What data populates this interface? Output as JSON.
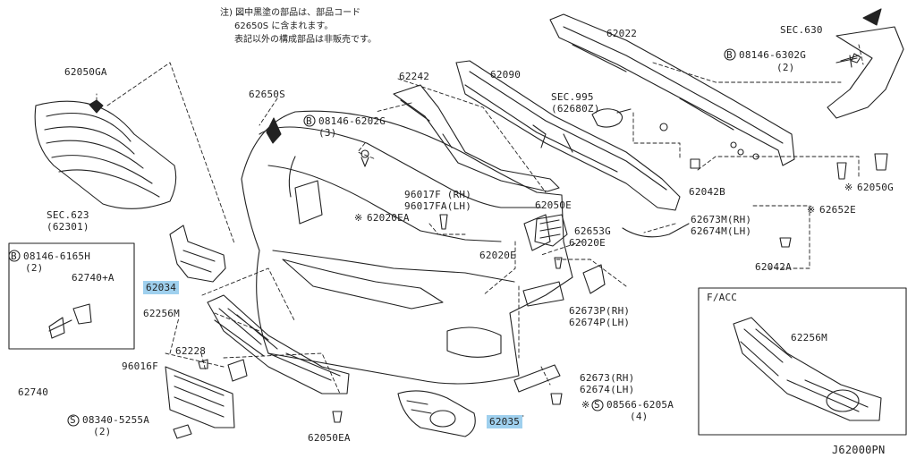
{
  "note": {
    "line1": "注) 図中黒塗の部品は、部品コード",
    "line2": "62650S に含まれます。",
    "line3": "表記以外の構成部品は非販売です。"
  },
  "callouts": {
    "p62050GA": "62050GA",
    "p62650S": "62650S",
    "p62242": "62242",
    "p62090": "62090",
    "p62022": "62022",
    "sec630": "SEC.630",
    "bolt_08146_6302G": "08146-6302G",
    "bolt_08146_6302G_qty": "(2)",
    "sec995": "SEC.995",
    "sec995_ref": "(62680Z)",
    "bolt_08146_6202G": "08146-6202G",
    "bolt_08146_6202G_qty": "(3)",
    "sec623": "SEC.623",
    "sec623_ref": "(62301)",
    "p96017F": "96017F (RH)",
    "p96017FA": "96017FA(LH)",
    "p62050E": "62050E",
    "p62042B": "62042B",
    "p62050G": "62050G",
    "p62652E": "62652E",
    "p62020EA": "62020EA",
    "p62653G": "62653G",
    "p62020E_a": "62020E",
    "p62020E_b": "62020E",
    "p62673M": "62673M(RH)",
    "p62674M": "62674M(LH)",
    "p62042A": "62042A",
    "p62034": "62034",
    "p62256M": "62256M",
    "p62673P": "62673P(RH)",
    "p62674P": "62674P(LH)",
    "p62228": "62228",
    "p96016F": "96016F",
    "p62740": "62740",
    "screw_08340": "08340-5255A",
    "screw_08340_qty": "(2)",
    "p62050EA": "62050EA",
    "p62035": "62035",
    "p62673": "62673(RH)",
    "p62674": "62674(LH)",
    "screw_08566": "08566-6205A",
    "screw_08566_qty": "(4)",
    "facc_title": "F/ACC",
    "facc_62256M": "62256M",
    "inset_bolt": "08146-6165H",
    "inset_bolt_qty": "(2)",
    "inset_part": "62740+A",
    "diagram_code": "J62000PN",
    "marker_B": "B",
    "marker_S": "S",
    "marker_star": "※"
  },
  "highlight_color": "#9fd0ee",
  "line_color": "#222222"
}
